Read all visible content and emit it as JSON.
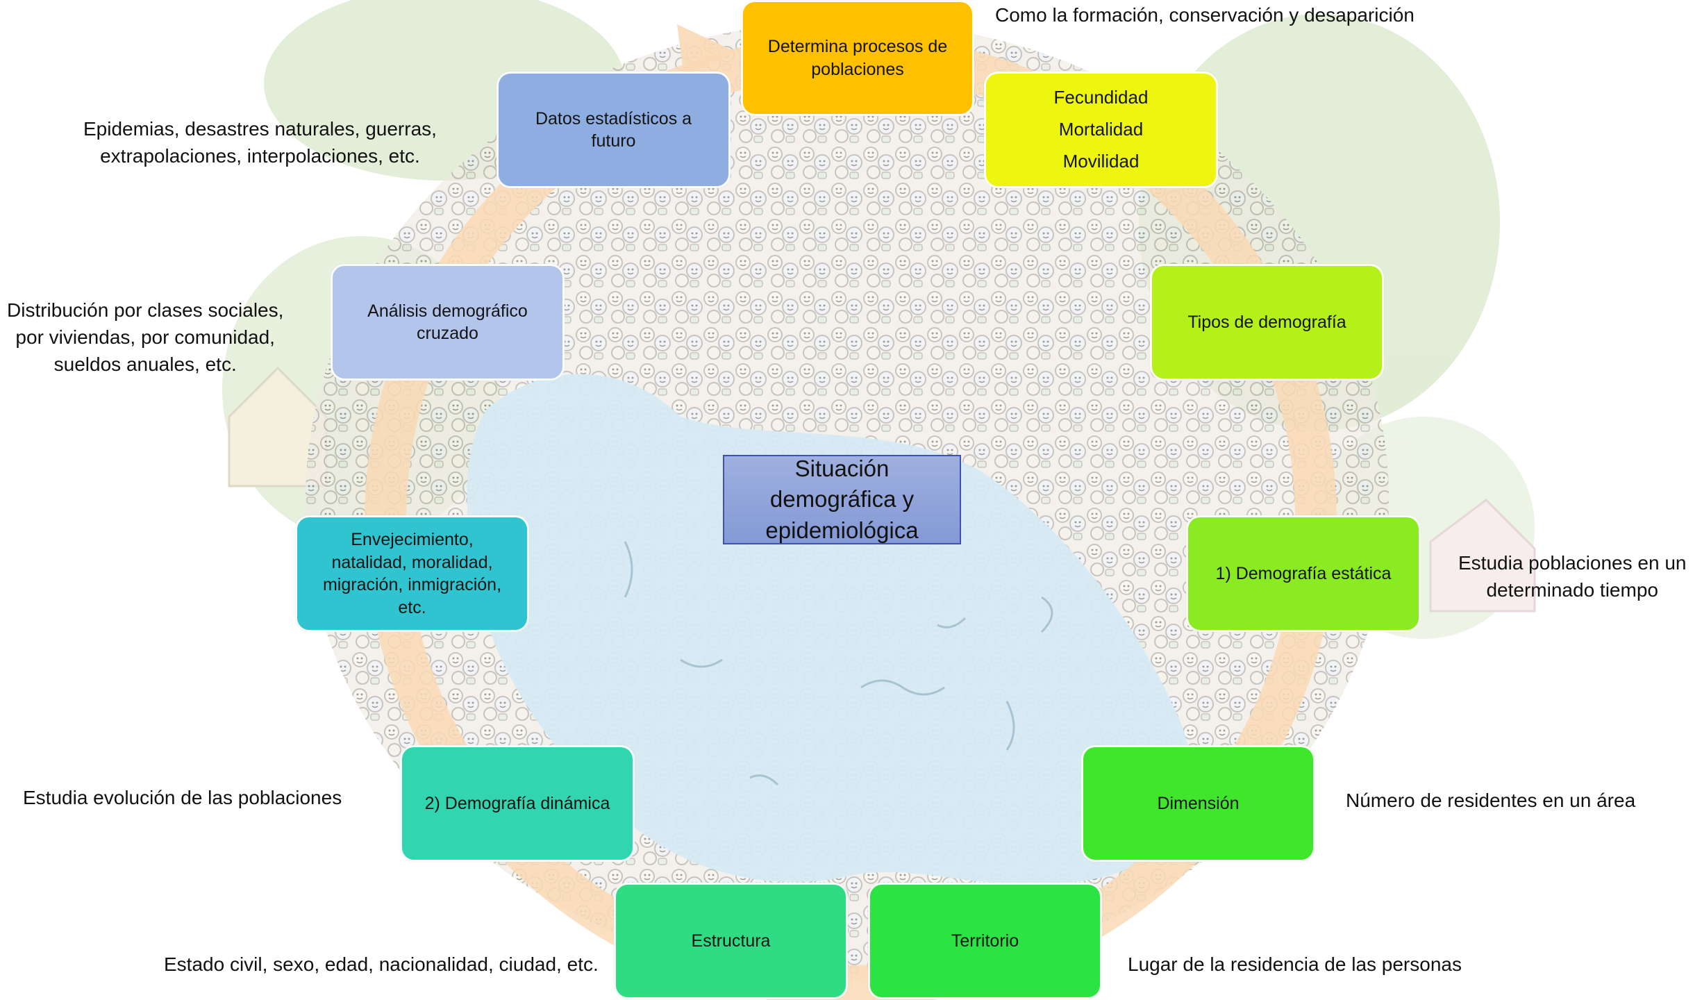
{
  "center": {
    "lines": [
      "Situación",
      "demográfica y",
      "epidemiológica"
    ]
  },
  "nodes": {
    "procesos": {
      "lines": [
        "Determina procesos de",
        "poblaciones"
      ],
      "color": "#FFC000"
    },
    "fecundidad": {
      "lines": [
        "Fecundidad",
        "Mortalidad",
        "Movilidad"
      ],
      "color": "#EEF60F"
    },
    "tipos": {
      "lines": [
        "Tipos de demografía"
      ],
      "color": "#B4F01A"
    },
    "estatica": {
      "lines": [
        "1) Demografía estática"
      ],
      "color": "#8AEB22"
    },
    "dimension": {
      "lines": [
        "Dimensión"
      ],
      "color": "#3FE62B"
    },
    "territorio": {
      "lines": [
        "Territorio"
      ],
      "color": "#2BE342"
    },
    "estructura": {
      "lines": [
        "Estructura"
      ],
      "color": "#2FDC83"
    },
    "dinamica": {
      "lines": [
        "2) Demografía dinámica"
      ],
      "color": "#31D6B0"
    },
    "envejecimiento": {
      "lines": [
        "Envejecimiento,",
        "natalidad, moralidad,",
        "migración, inmigración,",
        "etc."
      ],
      "color": "#2FC4CF"
    },
    "cruzado": {
      "lines": [
        "Análisis demográfico",
        "cruzado"
      ],
      "color": "#B3C5EA"
    },
    "futuro": {
      "lines": [
        "Datos estadísticos a",
        "futuro"
      ],
      "color": "#8EADE0"
    }
  },
  "annotations": {
    "procesos": {
      "lines": [
        "Como la formación, conservación y desaparición"
      ]
    },
    "futuro": {
      "lines": [
        "Epidemias, desastres naturales, guerras,",
        "extrapolaciones, interpolaciones, etc."
      ]
    },
    "cruzado": {
      "lines": [
        "Distribución por clases sociales,",
        "por viviendas, por comunidad,",
        "sueldos anuales, etc."
      ]
    },
    "estatica": {
      "lines": [
        "Estudia poblaciones en un",
        "determinado tiempo"
      ]
    },
    "dinamica": {
      "lines": [
        "Estudia evolución de las poblaciones"
      ]
    },
    "dimension": {
      "lines": [
        "Número de residentes en un área"
      ]
    },
    "estructura": {
      "lines": [
        "Estado civil, sexo, edad, nacionalidad, ciudad, etc."
      ]
    },
    "territorio": {
      "lines": [
        "Lugar de la residencia de las personas"
      ]
    }
  },
  "colors": {
    "cycle_ring": "#F9D9B5",
    "center_fill": "#8FA3DA",
    "center_border": "#3F51B5",
    "water": "#D6E9F3"
  }
}
